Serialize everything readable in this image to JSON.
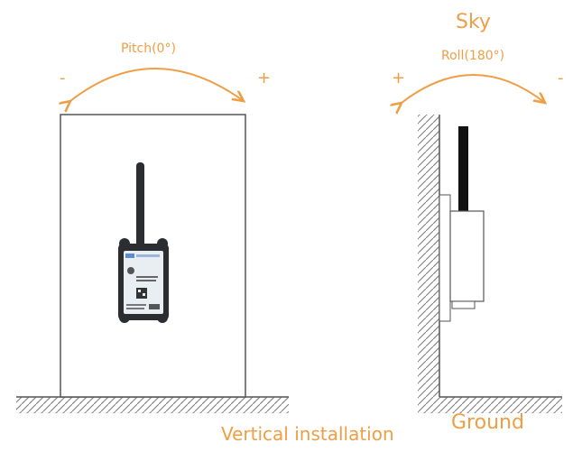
{
  "labels": {
    "sky": "Sky",
    "ground": "Ground",
    "pitch": "Pitch(0°)",
    "roll": "Roll(180°)",
    "caption": "Vertical installation",
    "pitch_minus": "-",
    "pitch_plus": "+",
    "roll_plus": "+",
    "roll_minus": "-"
  },
  "colors": {
    "accent": "#ef9e45",
    "line": "#555555",
    "device_body": "#2b2d30",
    "device_label": "#e9eef2"
  }
}
